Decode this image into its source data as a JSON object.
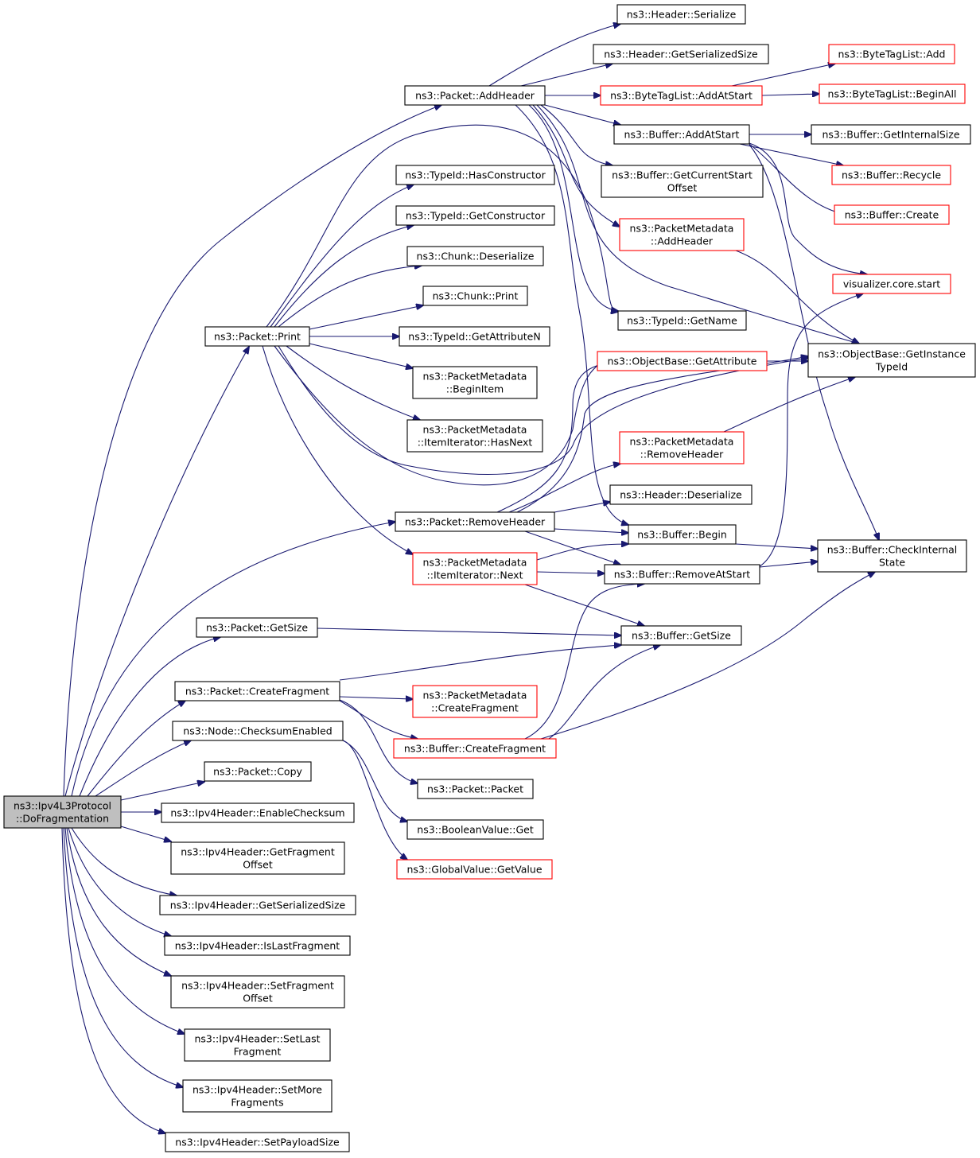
{
  "colors": {
    "edge": "#191970",
    "border_normal": "#000000",
    "border_truncated": "#ff0000",
    "fill_normal": "#ffffff",
    "fill_root": "#bfbfbf"
  },
  "nodes": {
    "root": [
      "ns3::Ipv4L3Protocol",
      "::DoFragmentation"
    ],
    "addHeader": [
      "ns3::Packet::AddHeader"
    ],
    "print": [
      "ns3::Packet::Print"
    ],
    "removeHeader": [
      "ns3::Packet::RemoveHeader"
    ],
    "pGetSize": [
      "ns3::Packet::GetSize"
    ],
    "pCreateFrag": [
      "ns3::Packet::CreateFragment"
    ],
    "checksumEnabled": [
      "ns3::Node::ChecksumEnabled"
    ],
    "pCopy": [
      "ns3::Packet::Copy"
    ],
    "enableChecksum": [
      "ns3::Ipv4Header::EnableChecksum"
    ],
    "getFragOffset": [
      "ns3::Ipv4Header::GetFragment",
      "Offset"
    ],
    "getSerSize4": [
      "ns3::Ipv4Header::GetSerializedSize"
    ],
    "isLastFrag": [
      "ns3::Ipv4Header::IsLastFragment"
    ],
    "setFragOffset": [
      "ns3::Ipv4Header::SetFragment",
      "Offset"
    ],
    "setLastFrag": [
      "ns3::Ipv4Header::SetLast",
      "Fragment"
    ],
    "setMoreFrag": [
      "ns3::Ipv4Header::SetMore",
      "Fragments"
    ],
    "setPayload": [
      "ns3::Ipv4Header::SetPayloadSize"
    ],
    "hSerialize": [
      "ns3::Header::Serialize"
    ],
    "hGetSerSize": [
      "ns3::Header::GetSerializedSize"
    ],
    "btlAddAtStart": [
      "ns3::ByteTagList::AddAtStart"
    ],
    "bAddAtStart": [
      "ns3::Buffer::AddAtStart"
    ],
    "bGetCurStart": [
      "ns3::Buffer::GetCurrentStart",
      "Offset"
    ],
    "pmAddHeader": [
      "ns3::PacketMetadata",
      "::AddHeader"
    ],
    "tidHasCtor": [
      "ns3::TypeId::HasConstructor"
    ],
    "tidGetCtor": [
      "ns3::TypeId::GetConstructor"
    ],
    "chunkDeser": [
      "ns3::Chunk::Deserialize"
    ],
    "chunkPrint": [
      "ns3::Chunk::Print"
    ],
    "tidGetAttrN": [
      "ns3::TypeId::GetAttributeN"
    ],
    "pmBeginItem": [
      "ns3::PacketMetadata",
      "::BeginItem"
    ],
    "pmHasNext": [
      "ns3::PacketMetadata",
      "::ItemIterator::HasNext"
    ],
    "tidGetName": [
      "ns3::TypeId::GetName"
    ],
    "obGetAttr": [
      "ns3::ObjectBase::GetAttribute"
    ],
    "pmRemoveHeader": [
      "ns3::PacketMetadata",
      "::RemoveHeader"
    ],
    "hDeser": [
      "ns3::Header::Deserialize"
    ],
    "bBegin": [
      "ns3::Buffer::Begin"
    ],
    "pmNext": [
      "ns3::PacketMetadata",
      "::ItemIterator::Next"
    ],
    "bRemoveAtStart": [
      "ns3::Buffer::RemoveAtStart"
    ],
    "bGetSize": [
      "ns3::Buffer::GetSize"
    ],
    "pmCreateFrag": [
      "ns3::PacketMetadata",
      "::CreateFragment"
    ],
    "bCreateFrag": [
      "ns3::Buffer::CreateFragment"
    ],
    "pPacket": [
      "ns3::Packet::Packet"
    ],
    "boolGet": [
      "ns3::BooleanValue::Get"
    ],
    "gvGetValue": [
      "ns3::GlobalValue::GetValue"
    ],
    "btlAdd": [
      "ns3::ByteTagList::Add"
    ],
    "btlBeginAll": [
      "ns3::ByteTagList::BeginAll"
    ],
    "bGetIntSize": [
      "ns3::Buffer::GetInternalSize"
    ],
    "bRecycle": [
      "ns3::Buffer::Recycle"
    ],
    "bCreate": [
      "ns3::Buffer::Create"
    ],
    "vizStart": [
      "visualizer.core.start"
    ],
    "obGetInstTid": [
      "ns3::ObjectBase::GetInstance",
      "TypeId"
    ],
    "bCheckInt": [
      "ns3::Buffer::CheckInternal",
      "State"
    ]
  }
}
